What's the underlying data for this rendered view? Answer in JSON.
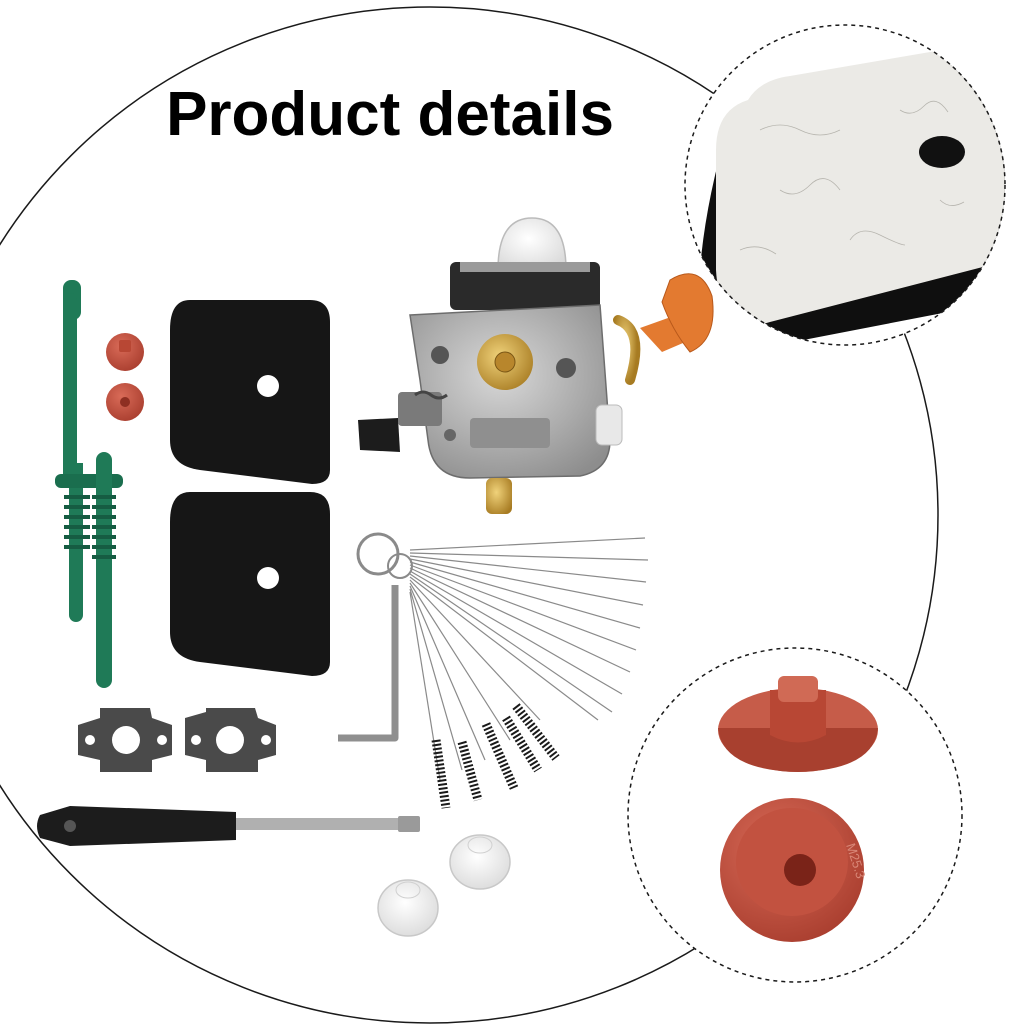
{
  "title": "Product details",
  "inset_top": {
    "subject": "foam-air-filter-felt-layer-closeup"
  },
  "inset_bottom": {
    "subject": "red-rubber-grommet-closeup",
    "stamped_text": "M25.3"
  },
  "colors": {
    "background": "#ffffff",
    "outline": "#1a1a1a",
    "fuel_line_green": "#1f7a57",
    "rubber_red": "#c24e3d",
    "foam_black": "#161616",
    "carb_metal": "#a6a6a6",
    "brass": "#c59a3a",
    "primer_bulb": "#f2f2f2",
    "choke_orange": "#e37a30"
  },
  "items": [
    {
      "name": "carburetor"
    },
    {
      "name": "fuel-line-hose"
    },
    {
      "name": "rubber-grommet"
    },
    {
      "name": "foam-air-filter"
    },
    {
      "name": "carb-gasket"
    },
    {
      "name": "cleaning-needle-set"
    },
    {
      "name": "hex-key"
    },
    {
      "name": "adjustment-screwdriver"
    },
    {
      "name": "primer-bulb"
    }
  ]
}
